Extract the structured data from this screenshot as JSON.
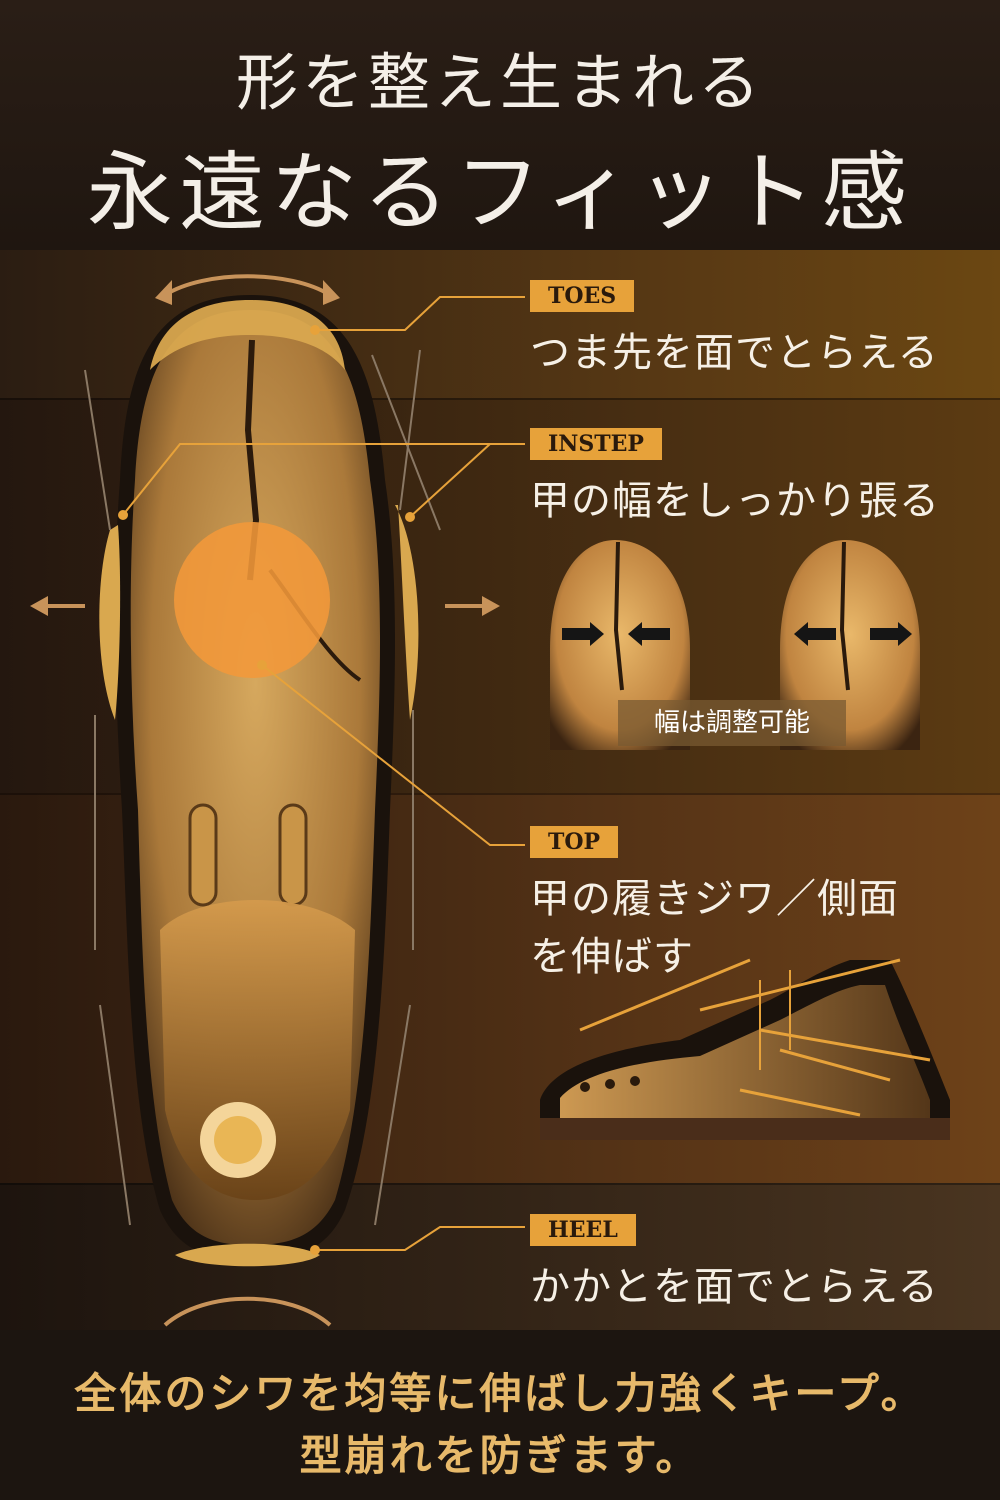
{
  "header": {
    "line1": "形を整え生まれる",
    "line2": "永遠なるフィット感"
  },
  "sections": {
    "toes": {
      "tag": "TOES",
      "headline": "つま先を面でとらえる"
    },
    "instep": {
      "tag": "INSTEP",
      "headline": "甲の幅をしっかり張る",
      "width_label": "幅は調整可能"
    },
    "top": {
      "tag": "TOP",
      "headline_line1": "甲の履きジワ／側面",
      "headline_line2": "を伸ばす"
    },
    "heel": {
      "tag": "HEEL",
      "headline": "かかとを面でとらえる"
    }
  },
  "footer": {
    "line1": "全体のシワを均等に伸ばし力強くキープ。",
    "line2": "型崩れを防ぎます。"
  },
  "colors": {
    "accent": "#e7a23a",
    "footer_text": "#e7b96a",
    "wood": "#d69a48"
  }
}
